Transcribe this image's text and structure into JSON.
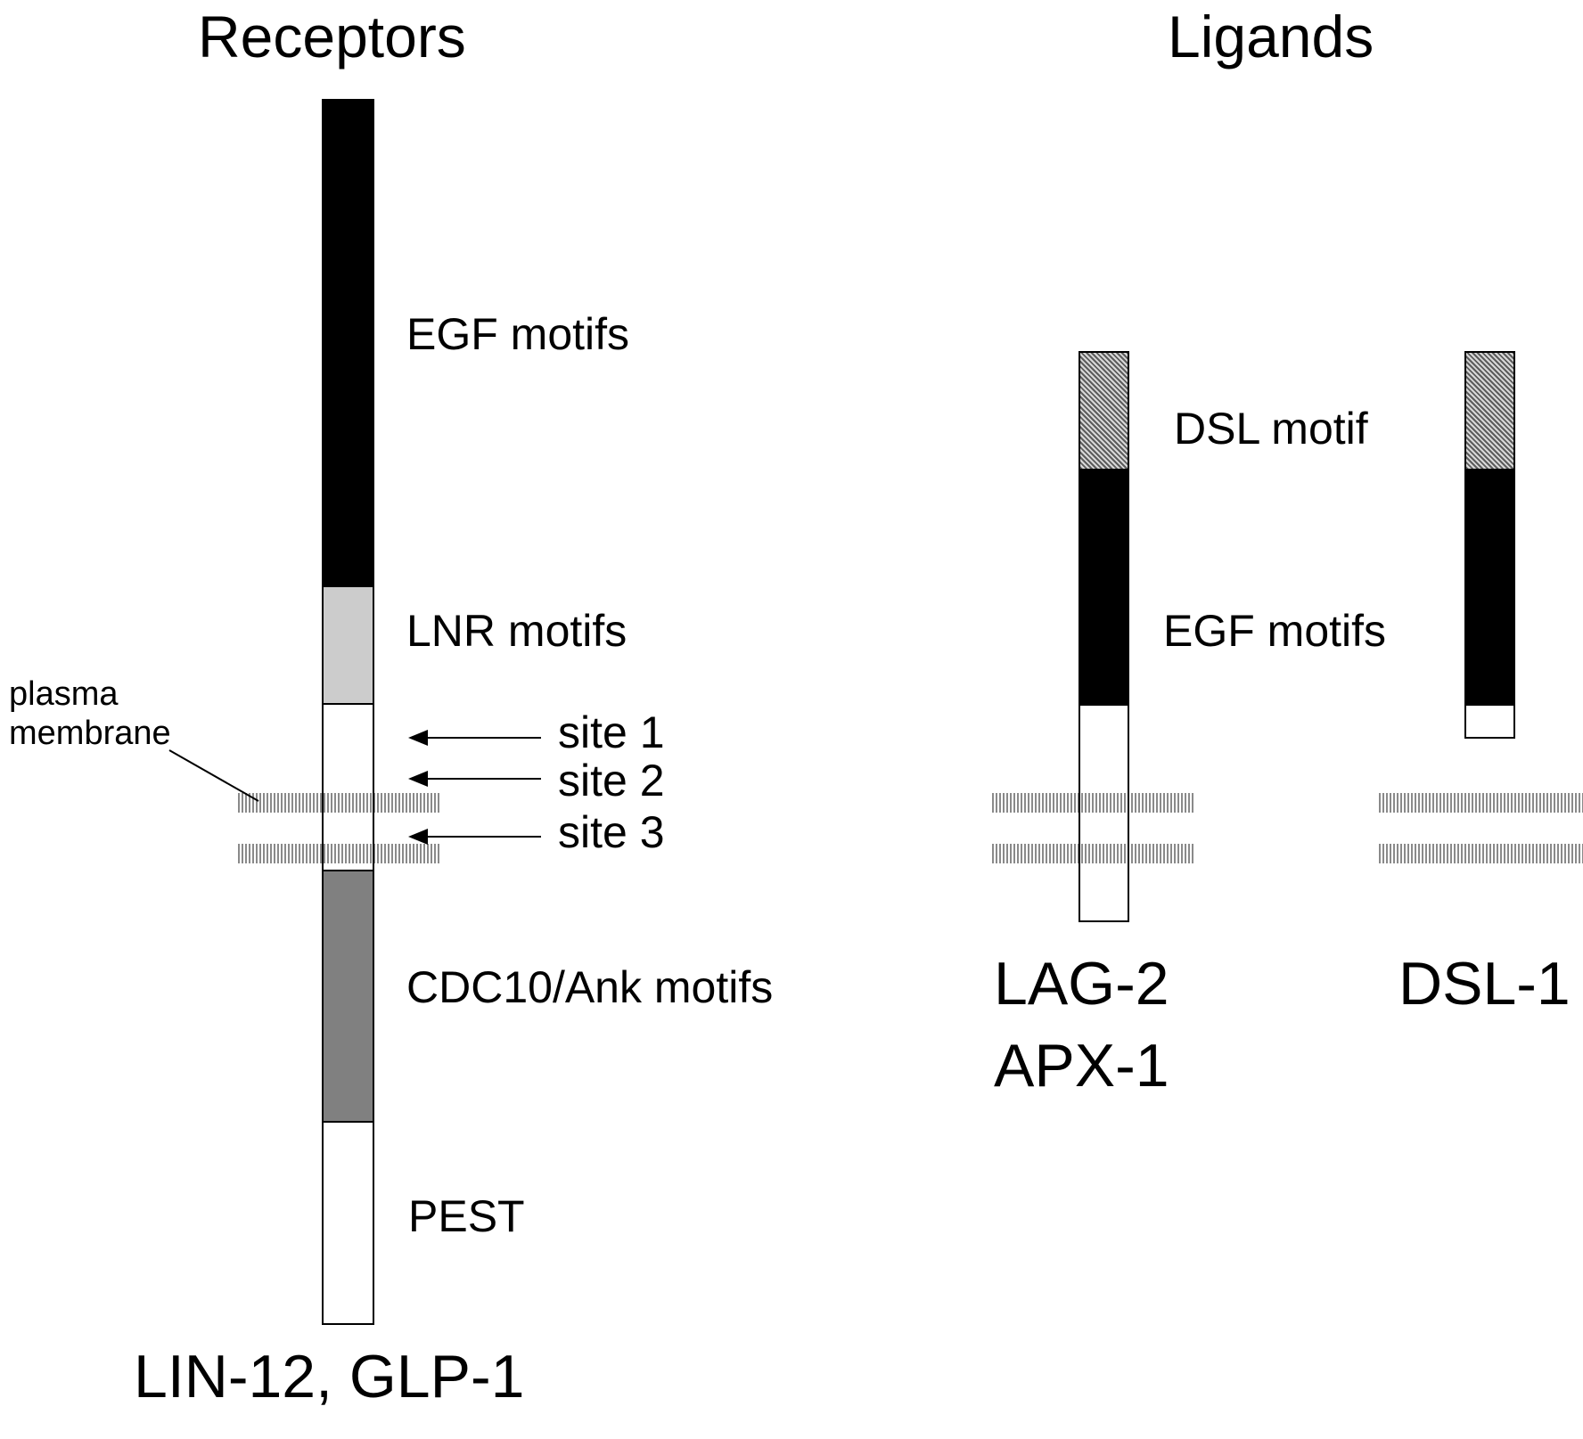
{
  "headings": {
    "receptors": "Receptors",
    "ligands": "Ligands"
  },
  "receptor": {
    "name": "LIN-12, GLP-1",
    "domains": {
      "egf": "EGF motifs",
      "lnr": "LNR motifs",
      "cdc10": "CDC10/Ank motifs",
      "pest": "PEST"
    },
    "sites": [
      "site 1",
      "site 2",
      "site 3"
    ]
  },
  "membrane_label": {
    "line1": "plasma",
    "line2": "membrane"
  },
  "ligands": {
    "dsl_motif": "DSL motif",
    "egf_motifs": "EGF motifs",
    "names_left": [
      "LAG-2",
      "APX-1"
    ],
    "name_right": "DSL-1"
  },
  "colors": {
    "egf": "#000000",
    "lnr": "#cccccc",
    "cdc10": "#808080",
    "plain": "#ffffff",
    "membrane": "#8a8a8a",
    "dsl": "hatched-gray"
  }
}
